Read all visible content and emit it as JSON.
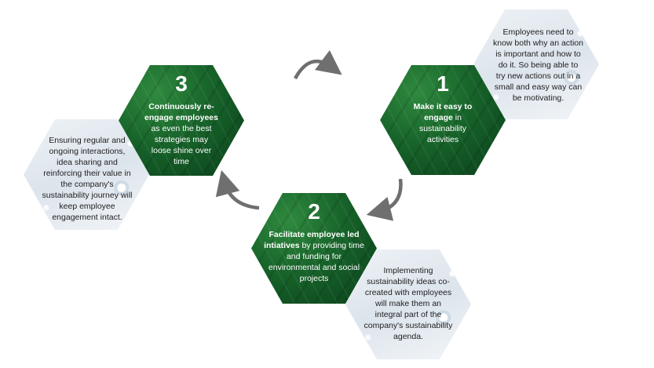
{
  "steps": [
    {
      "number": "1",
      "bold_text": "Make it easy to engage",
      "rest_text": " in sustainability activities",
      "detail": "Employees need to know both why an action is important and how to do it. So being able to try new actions out in a small and easy way can be motivating."
    },
    {
      "number": "2",
      "bold_text": "Facilitate employee led intiatives",
      "rest_text": " by providing time and funding for environmental and social projects",
      "detail": "Implementing sustainability ideas co-created with employees will make them an integral part of the company's sustainability agenda."
    },
    {
      "number": "3",
      "bold_text": "Continuously re-engage employees",
      "rest_text": " as even the best strategies may loose shine over time",
      "detail": "Ensuring regular and ongoing interactions, idea sharing and reinforcing their value in the company's sustainability journey will keep employee engagement intact."
    }
  ],
  "colors": {
    "arrow": "#6f6f6f",
    "hex_text": "#ffffff",
    "detail_text": "#1e1e1e"
  }
}
